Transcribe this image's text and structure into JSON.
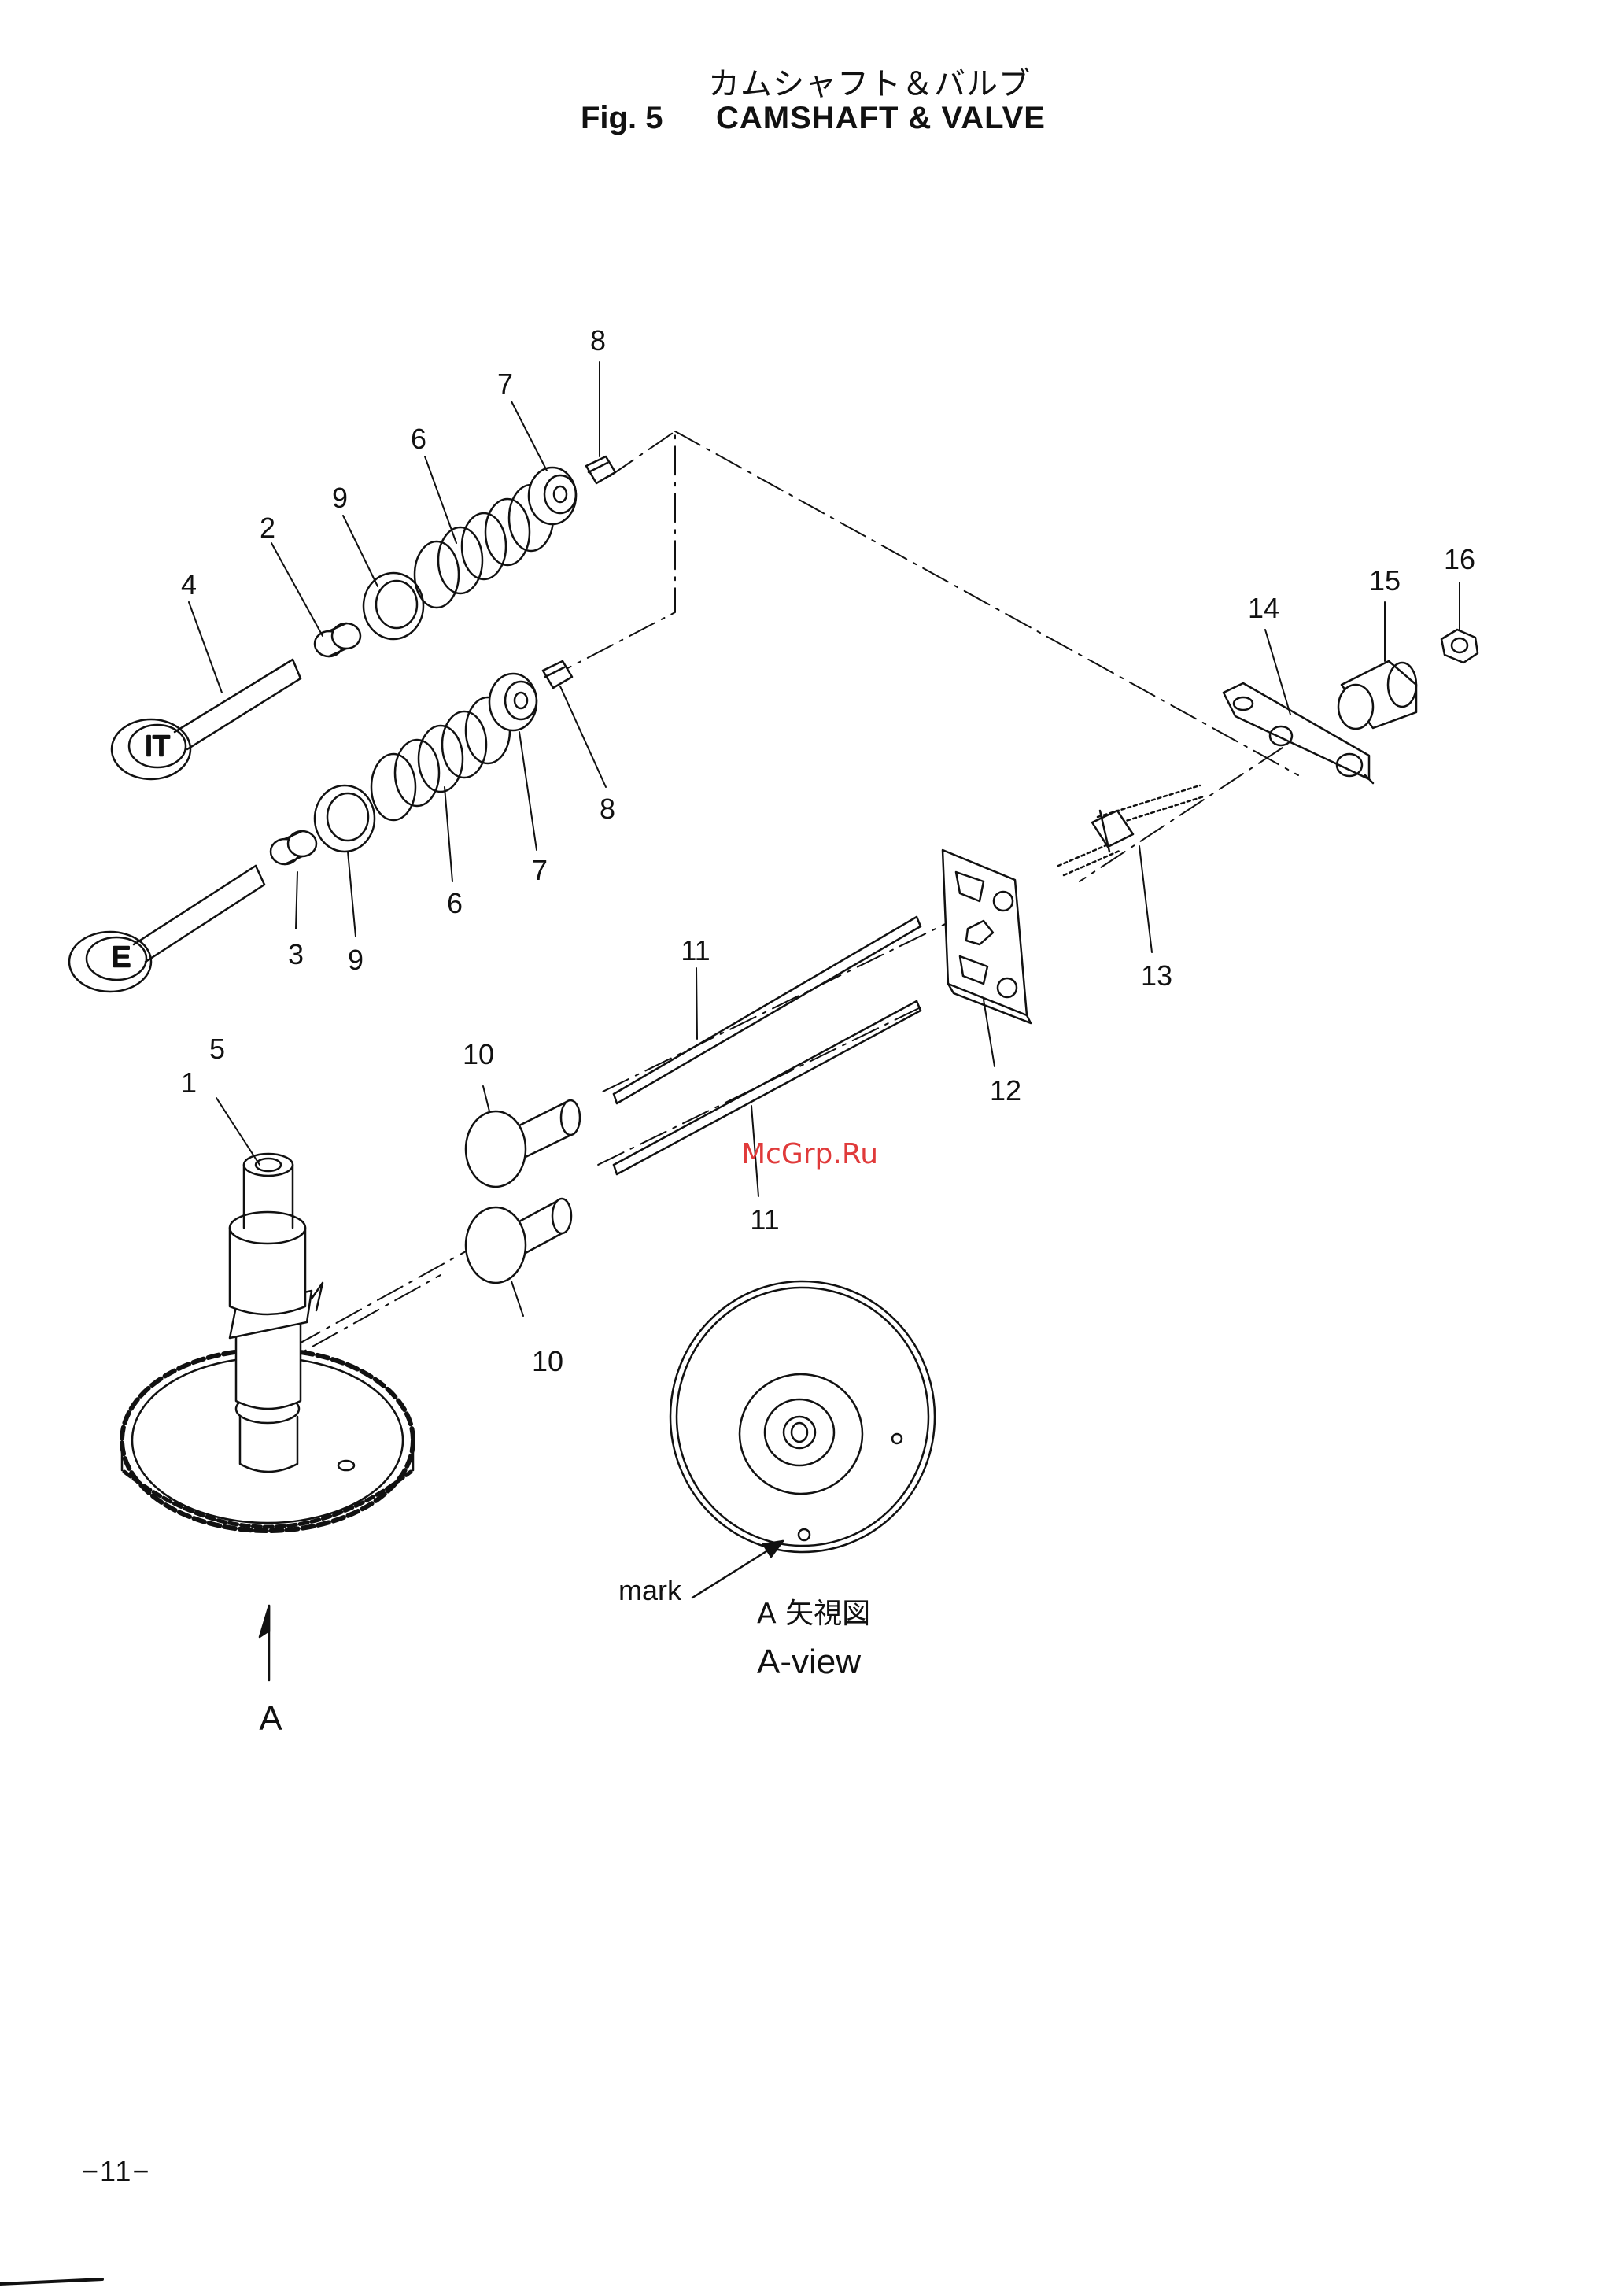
{
  "header": {
    "title_jp": "カムシャフト＆バルブ",
    "fig_label": "Fig. 5",
    "title": "CAMSHAFT & VALVE"
  },
  "callouts": {
    "c1": "1",
    "c2": "2",
    "c3": "3",
    "c4": "4",
    "c5": "5",
    "c6a": "6",
    "c6b": "6",
    "c7a": "7",
    "c7b": "7",
    "c8a": "8",
    "c8b": "8",
    "c9a": "9",
    "c9b": "9",
    "c10a": "10",
    "c10b": "10",
    "c11a": "11",
    "c11b": "11",
    "c12": "12",
    "c13": "13",
    "c14": "14",
    "c15": "15",
    "c16": "16"
  },
  "view_arrow": {
    "label": "A"
  },
  "a_view": {
    "mark_label": "mark",
    "title_jp": "A 矢視図",
    "title_en": "A-view"
  },
  "valve_marks": {
    "intake": "IT",
    "exhaust": "E"
  },
  "watermark": "McGrp.Ru",
  "footer": {
    "page_number": "−11−"
  }
}
